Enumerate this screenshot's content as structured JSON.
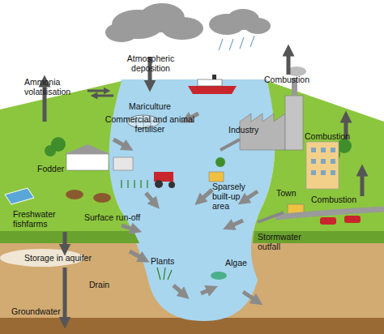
{
  "diagram": {
    "labels": [
      "Atmospheric deposition",
      "Combustion",
      "Ammonia volatilisation",
      "Mariculture",
      "Commercial and animal fertiliser",
      "Industry",
      "Combustion",
      "Fodder",
      "Sparsely built-up area",
      "Town",
      "Combustion",
      "Freshwater fishfarms",
      "Surface run-off",
      "Stormwater outfall",
      "Storage in aquifer",
      "Plants",
      "Algae",
      "Drain",
      "Groundwater"
    ]
  }
}
